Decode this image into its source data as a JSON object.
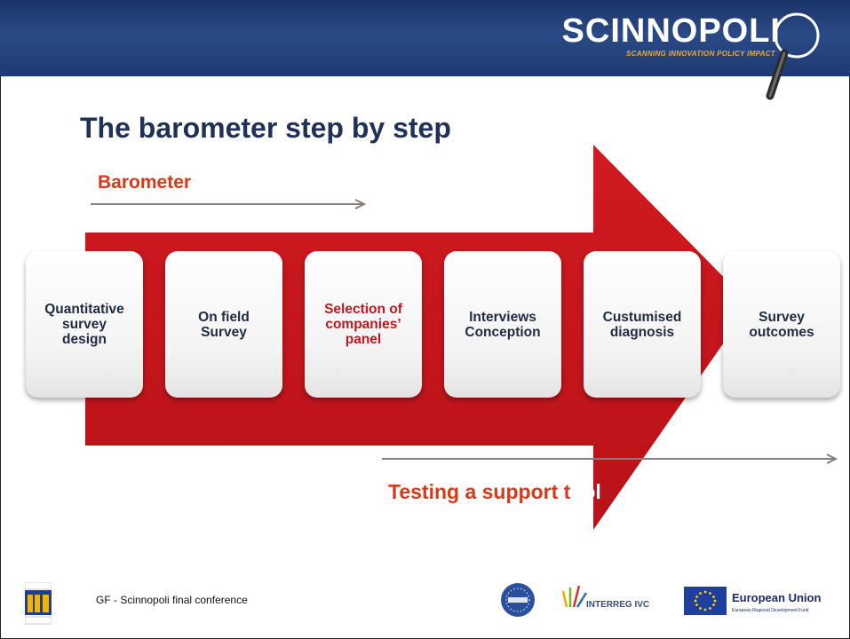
{
  "header": {
    "brand": "SCINNOPOLI",
    "tagline": "SCANNING INNOVATION POLICY IMPACT",
    "band_color": "#1e3a72"
  },
  "slide": {
    "title": "The barometer step by step",
    "barometer_label": "Barometer",
    "testing_label_main": "Testing a support t",
    "testing_label_tail": "ool"
  },
  "steps": [
    {
      "label": "Quantitative\nsurvey\ndesign"
    },
    {
      "label": "On field\nSurvey"
    },
    {
      "label": "Selection of\ncompanies’\npanel"
    },
    {
      "label": "Interviews\nConception"
    },
    {
      "label": "Custumised\ndiagnosis"
    },
    {
      "label": "Survey\noutcomes"
    }
  ],
  "colors": {
    "arrow_red": "#c9161c",
    "accent_orange": "#d9391a",
    "title_navy": "#1f3157",
    "thin_arrow": "#8a7f78"
  },
  "footer": {
    "conference": "GF - Scinnopoli final conference",
    "interreg": "INTERREG IVC",
    "eu_title": "European Union",
    "eu_subtitle": "European Regional Development Fund"
  }
}
